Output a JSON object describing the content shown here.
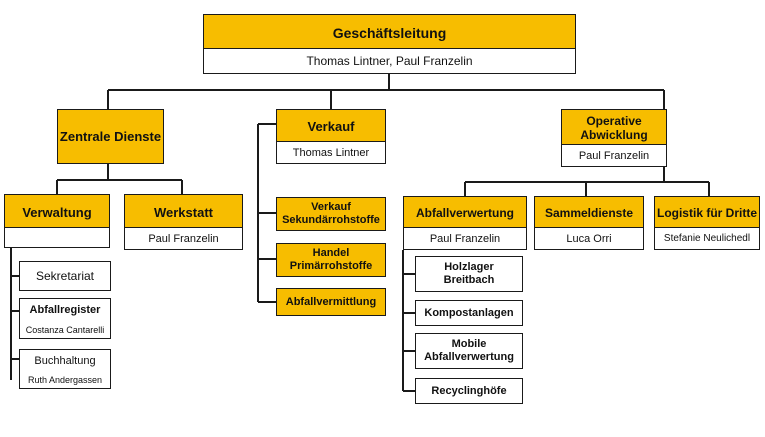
{
  "top": {
    "title": "Geschäftsleitung",
    "members": "Thomas Lintner, Paul Franzelin"
  },
  "zentrale": {
    "title": "Zentrale Dienste"
  },
  "verwaltung": {
    "title": "Verwaltung",
    "name": ""
  },
  "werkstatt": {
    "title": "Werkstatt",
    "name": "Paul Franzelin"
  },
  "sekretariat": {
    "title": "Sekretariat"
  },
  "abfallregister": {
    "title": "Abfallregister",
    "name": "Costanza Cantarelli"
  },
  "buchhaltung": {
    "title": "Buchhaltung",
    "name": "Ruth Andergassen"
  },
  "verkauf": {
    "title": "Verkauf",
    "name": "Thomas Lintner"
  },
  "verkauf_sek": {
    "line1": "Verkauf",
    "line2": "Sekundärrohstoffe"
  },
  "handel": {
    "line1": "Handel",
    "line2": "Primärrohstoffe"
  },
  "abfallvermittlung": {
    "title": "Abfallvermittlung"
  },
  "operative": {
    "line1": "Operative",
    "line2": "Abwicklung",
    "name": "Paul Franzelin"
  },
  "abfallverwertung": {
    "title": "Abfallverwertung",
    "name": "Paul Franzelin"
  },
  "sammeldienste": {
    "title": "Sammeldienste",
    "name": "Luca Orri"
  },
  "logistik": {
    "title": "Logistik für Dritte",
    "name": "Stefanie Neulichedl"
  },
  "holzlager": {
    "line1": "Holzlager",
    "line2": "Breitbach"
  },
  "kompostanlagen": {
    "title": "Kompostanlagen"
  },
  "mobile": {
    "line1": "Mobile",
    "line2": "Abfallverwertung"
  },
  "recyclinghoefe": {
    "title": "Recyclinghöfe"
  },
  "colors": {
    "accent": "#f7bd00",
    "line": "#1a1a1a",
    "background": "#ffffff"
  }
}
